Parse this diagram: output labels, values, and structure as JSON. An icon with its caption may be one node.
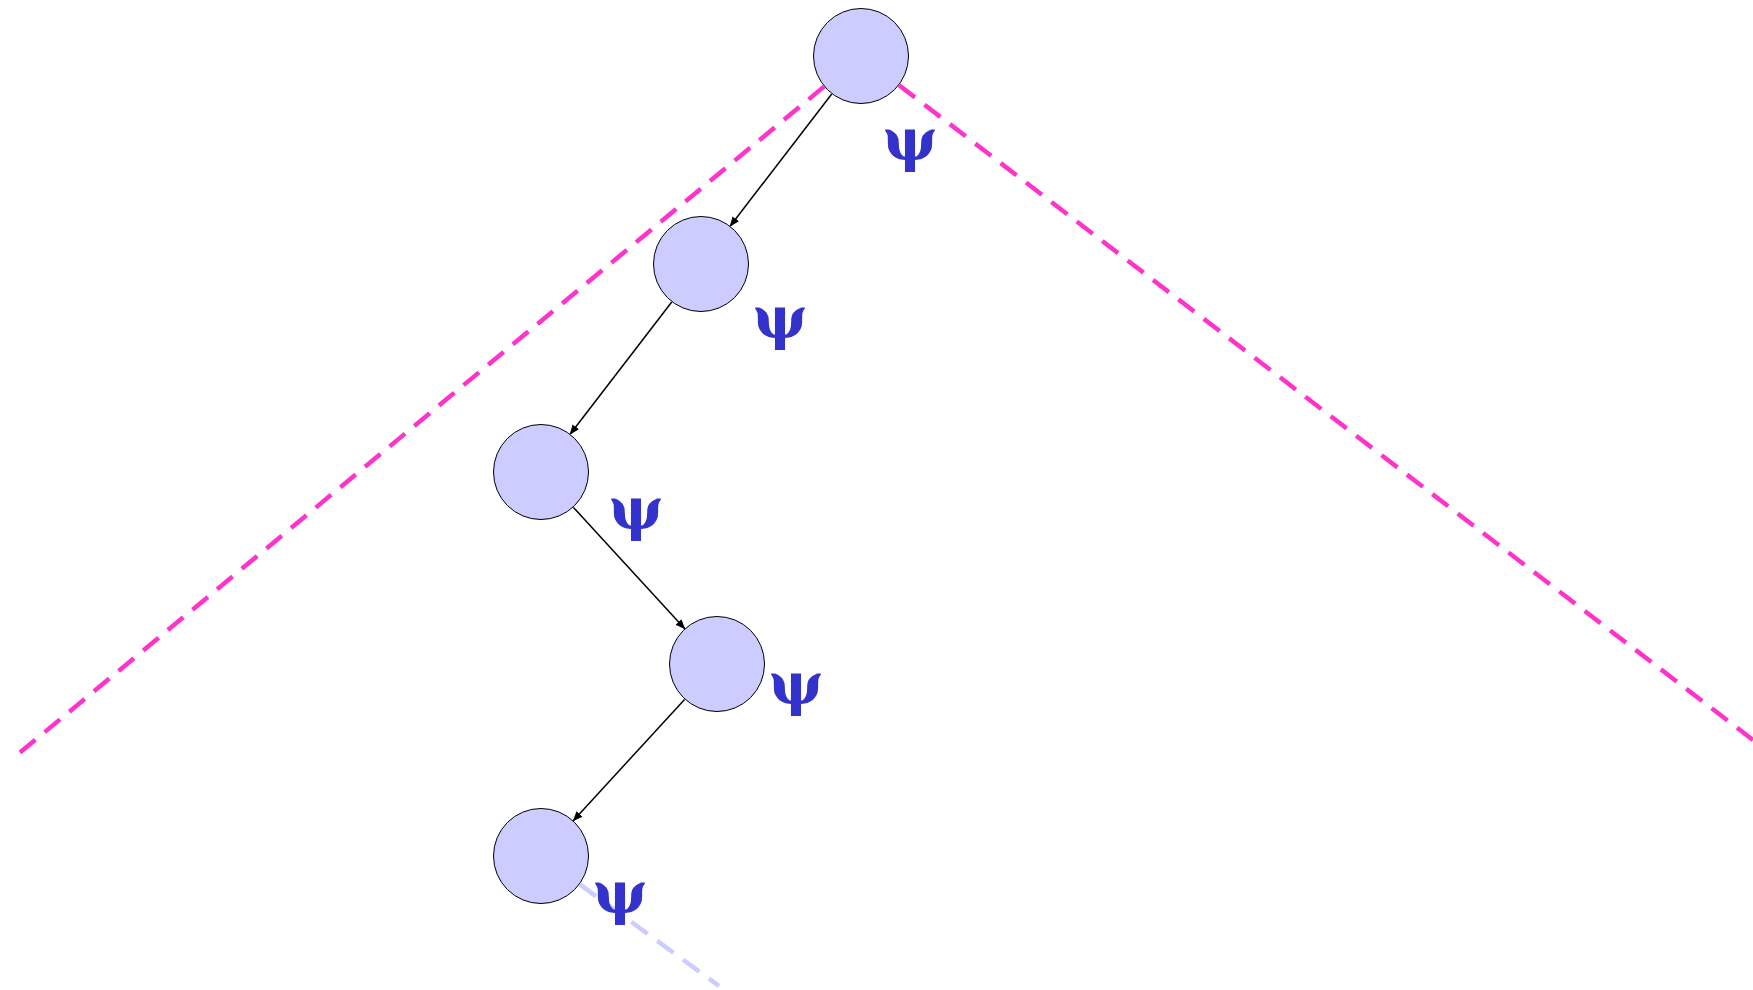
{
  "diagram": {
    "nodes": [
      {
        "text": [],
        "shape": "circle",
        "beside": [
          "ψ"
        ]
      },
      {
        "text": [],
        "shape": "circle",
        "beside": [
          "ψ"
        ]
      },
      {
        "text": [],
        "shape": "circle",
        "beside": [
          "ψ"
        ]
      },
      {
        "text": [],
        "shape": "circle",
        "beside": [
          "ψ"
        ]
      },
      {
        "text": [],
        "shape": "circle",
        "beside": [
          "ψ"
        ]
      }
    ],
    "edges": [
      {
        "from": 0,
        "to": 1,
        "arrow": "to"
      },
      {
        "from": 1,
        "to": 2,
        "arrow": "to"
      },
      {
        "from": 2,
        "to": 3,
        "arrow": "to"
      },
      {
        "from": 3,
        "to": 4,
        "arrow": "to"
      },
      {
        "from": 0,
        "to": null,
        "arrow": "none",
        "style": "dashed",
        "color": "#ff33cc"
      },
      {
        "from": 0,
        "to": null,
        "arrow": "none",
        "style": "dashed",
        "color": "#ff33cc"
      },
      {
        "from": 4,
        "to": null,
        "arrow": "none",
        "style": "dashed",
        "color": "#ccccff"
      }
    ]
  }
}
